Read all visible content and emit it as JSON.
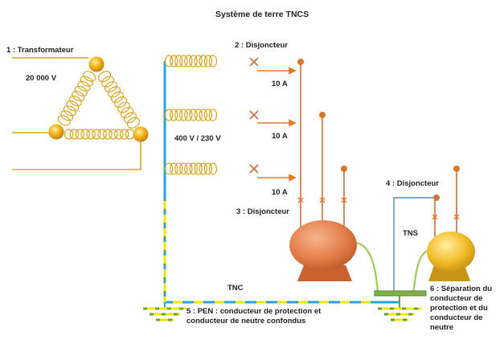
{
  "title": "Système de terre TNCS",
  "labels": {
    "transformateur": "1 : Transformateur",
    "voltage_primary": "20 000 V",
    "voltage_secondary": "400 V / 230 V",
    "disjoncteur_2": "2 : Disjoncteur",
    "current_1": "10 A",
    "current_2": "10 A",
    "current_3": "10 A",
    "disjoncteur_3": "3 : Disjoncteur",
    "disjoncteur_4": "4 : Disjoncteur",
    "tns": "TNS",
    "tnc": "TNC",
    "pen": "5 : PEN : conducteur de protection et conducteur de neutre confondus",
    "separation": "6 : Séparation du conducteur de protection et du conducteur de neutre"
  },
  "colors": {
    "phase_wire": "#c8703a",
    "coil": "#d9a521",
    "pen_blue": "#29a3de",
    "pen_yellow": "#f2e600",
    "earth_green": "#6aa23e",
    "neutral_wire": "#5b8bb8",
    "protection_wire": "#9ccd5c"
  },
  "icons": {
    "breaker": "cross-mark-icon",
    "current_arrow": "arrow-right-icon",
    "earth": "earth-ground-icon",
    "load": "motor-load-icon"
  }
}
